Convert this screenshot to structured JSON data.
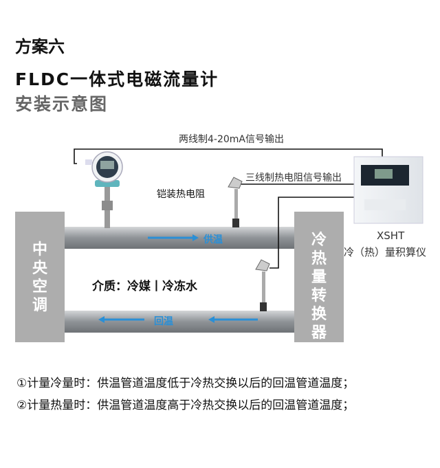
{
  "header": {
    "scheme": "方案六",
    "title": "FLDC一体式电磁流量计",
    "subtitle": "安装示意图"
  },
  "diagram": {
    "wire_4_20": "两线制4-20mA信号输出",
    "wire_rtd": "三线制热电阻信号输出",
    "sensor_label": "铠装热电阻",
    "supply": "供温",
    "return": "回温",
    "medium": "介质：冷媒丨冷冻水",
    "left_block": "中央空调",
    "right_block": "冷热量转换器",
    "device_model": "XSHT",
    "device_name": "冷（热）量积算仪"
  },
  "notes": [
    "①计量冷量时：供温管道温度低于冷热交换以后的回温管道温度；",
    "②计量热量时：供温管道温度高于冷热交换以后的回温管道温度；"
  ],
  "colors": {
    "arrow": "#2a8fd6",
    "block": "#adadad",
    "pipe": "#9a9ea3"
  }
}
